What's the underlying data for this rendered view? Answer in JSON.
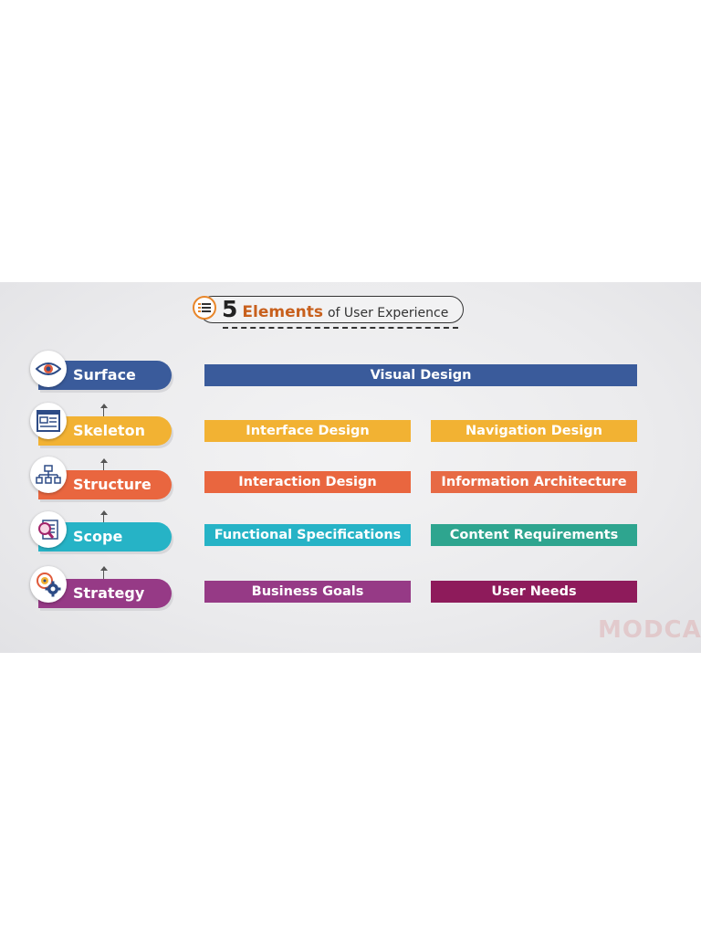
{
  "title": {
    "number": "5",
    "highlight": "Elements",
    "rest": "of User Experience"
  },
  "colors": {
    "surface": "#3a5b9b",
    "skeleton": "#f2b233",
    "structure": "#e9663f",
    "scope": "#26b3c6",
    "strategy": "#963a86",
    "information_architecture": "#e76a45",
    "content_requirements": "#2ea58f",
    "user_needs": "#8e1b5b",
    "title_accent": "#c8601d"
  },
  "layers": [
    {
      "name": "Surface",
      "icon": "eye-icon",
      "items": [
        "Visual Design"
      ]
    },
    {
      "name": "Skeleton",
      "icon": "wireframe-icon",
      "items": [
        "Interface Design",
        "Navigation Design"
      ]
    },
    {
      "name": "Structure",
      "icon": "sitemap-icon",
      "items": [
        "Interaction Design",
        "Information Architecture"
      ]
    },
    {
      "name": "Scope",
      "icon": "document-search-icon",
      "items": [
        "Functional Specifications",
        "Content Requirements"
      ]
    },
    {
      "name": "Strategy",
      "icon": "target-gear-icon",
      "items": [
        "Business Goals",
        "User Needs"
      ]
    }
  ],
  "logo": "MODCA"
}
